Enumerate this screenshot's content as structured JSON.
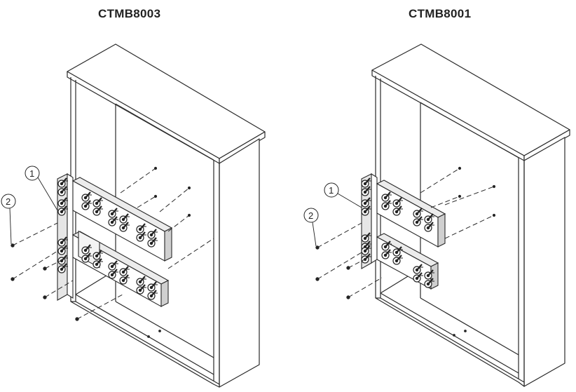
{
  "diagrams": [
    {
      "model": "CTMB8003",
      "callouts": [
        "1",
        "2"
      ]
    },
    {
      "model": "CTMB8001",
      "callouts": [
        "1",
        "2"
      ]
    }
  ],
  "colors": {
    "line": "#2a2a2a",
    "fill": "#ffffff",
    "shade": "#d9d9d9",
    "dark": "#333333"
  }
}
